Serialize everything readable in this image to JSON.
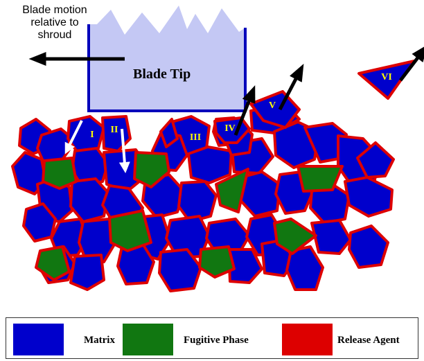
{
  "motion_label": [
    "Blade motion",
    "relative to",
    "shroud"
  ],
  "blade_label": "Blade Tip",
  "particle_labels": [
    "I",
    "II",
    "III",
    "IV",
    "V",
    "VI"
  ],
  "legend": [
    {
      "label": "Matrix",
      "color": "#0000cc"
    },
    {
      "label": "Fugitive Phase",
      "color": "#117711"
    },
    {
      "label": "Release Agent",
      "color": "#dd0000"
    }
  ],
  "colors": {
    "matrix": "#0000cc",
    "fugitive": "#117711",
    "release_agent": "#dd0000",
    "blade_fill": "#c4c8f4",
    "blade_edge": "#0000bb",
    "label_text": "#ffff00"
  }
}
